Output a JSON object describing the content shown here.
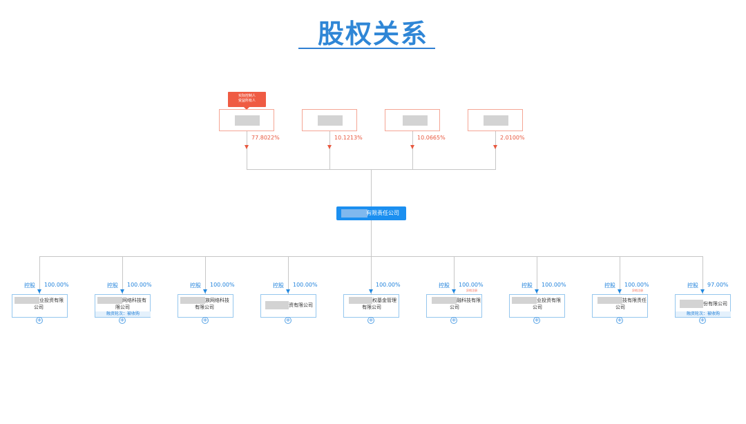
{
  "title": "股权关系",
  "controller_tag": {
    "line1": "实际控制人",
    "line2": "受益所有人"
  },
  "shareholders": [
    {
      "percent": "77.8022%"
    },
    {
      "percent": "10.1213%"
    },
    {
      "percent": "10.0665%"
    },
    {
      "percent": "2.0100%"
    }
  ],
  "center_company": "有限责任公司",
  "subsidiaries": [
    {
      "relation": "控股",
      "percent": "100.00%",
      "name_line1": "业投资有限",
      "name_line2": "公司",
      "tag": ""
    },
    {
      "relation": "控股",
      "percent": "100.00%",
      "name_line1": "网络科技有",
      "name_line2": "限公司",
      "tag": "融资轮次：被收购"
    },
    {
      "relation": "控股",
      "percent": "100.00%",
      "name_line1": "族网络科技",
      "name_line2": "有限公司",
      "tag": ""
    },
    {
      "relation": "控股",
      "percent": "100.00%",
      "name_line1": "资有限公司",
      "name_line2": "",
      "tag": ""
    },
    {
      "relation": "",
      "percent": "100.00%",
      "name_line1": "权基金管理",
      "name_line2": "有限公司",
      "tag": ""
    },
    {
      "relation": "控股",
      "percent": "100.00%",
      "name_line1": "融科技有限",
      "name_line2": "公司",
      "tag": "",
      "mini_tag": "异地注册"
    },
    {
      "relation": "控股",
      "percent": "100.00%",
      "name_line1": "业投资有限",
      "name_line2": "公司",
      "tag": ""
    },
    {
      "relation": "控股",
      "percent": "100.00%",
      "name_line1": "技有限责任",
      "name_line2": "公司",
      "tag": "",
      "mini_tag": "异地注册"
    },
    {
      "relation": "控股",
      "percent": "97.00%",
      "name_line1": "份有限公司",
      "name_line2": "",
      "tag": "融资轮次：被收购"
    }
  ],
  "colors": {
    "accent_blue": "#2283dc",
    "accent_red": "#e8583f",
    "center_fill": "#1b8ff0"
  }
}
